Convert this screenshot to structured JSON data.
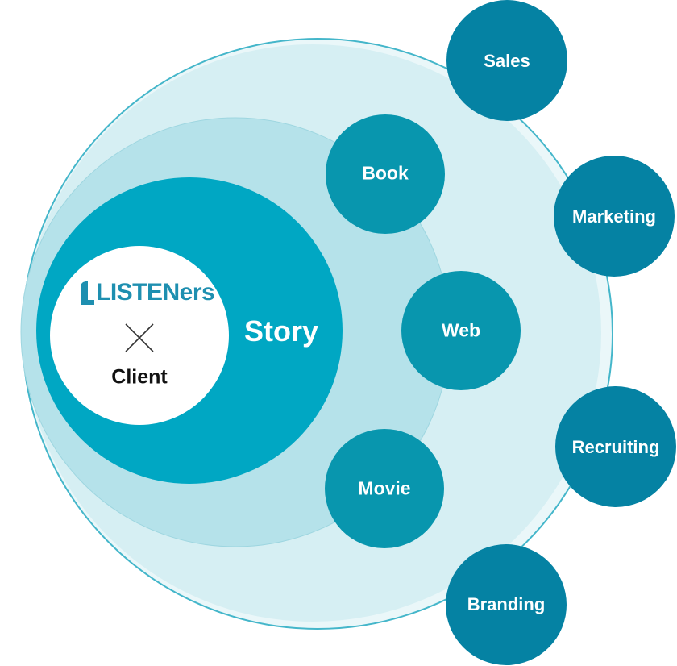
{
  "center": {
    "logo_text": "LISTENers",
    "cross": "×",
    "client": "Client"
  },
  "core": {
    "label": "Story"
  },
  "media": [
    "Book",
    "Web",
    "Movie"
  ],
  "purposes": [
    "Sales",
    "Marketing",
    "Recruiting",
    "Branding"
  ],
  "colors": {
    "outer_fill": "#d6eff3",
    "outer_stroke": "#3fb3c8",
    "middle_fill": "#b5e2ea",
    "story_fill": "#00a7c3",
    "media_fill": "#0896ae",
    "purpose_fill": "#0582a3",
    "logo": "#1e8fb0"
  }
}
